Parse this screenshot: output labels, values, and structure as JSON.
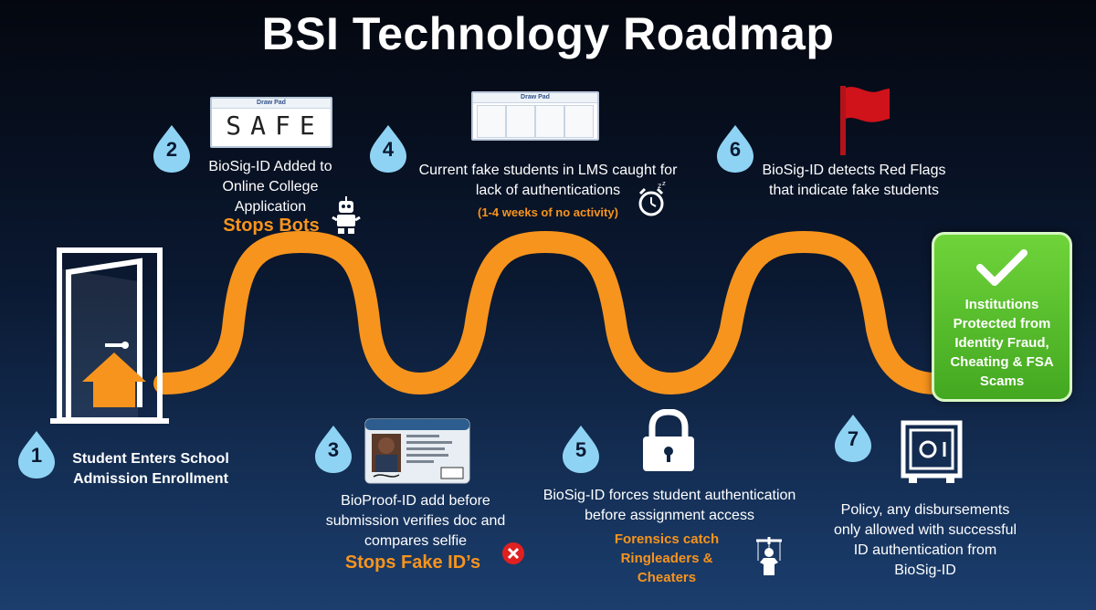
{
  "title": "BSI Technology Roadmap",
  "colors": {
    "path": "#f7941d",
    "accent": "#f7941d",
    "marker": "#8fd3f4",
    "check_box": "#4caf25",
    "flag": "#d0121b",
    "reject": "#e02020"
  },
  "steps": [
    {
      "number": "1",
      "icon": "door-icon",
      "lines": [
        "Student Enters School",
        "Admission Enrollment"
      ]
    },
    {
      "number": "2",
      "icon": "draw-pad-icon",
      "pad_header": "Draw Pad",
      "pad_word": "SAFE",
      "lines": [
        "BioSig-ID Added to",
        "Online College",
        "Application"
      ],
      "highlight": "Stops Bots"
    },
    {
      "number": "3",
      "icon": "id-card-icon",
      "lines": [
        "BioProof-ID add before",
        "submission verifies doc and",
        "compares selfie"
      ],
      "highlight": "Stops Fake ID’s"
    },
    {
      "number": "4",
      "icon": "draw-pad-icon",
      "pad_header": "Draw Pad",
      "lines": [
        "Current fake students in LMS caught for",
        "lack of authentications"
      ],
      "note": "(1-4 weeks of no activity)"
    },
    {
      "number": "5",
      "icon": "padlock-icon",
      "lines": [
        "BioSig-ID forces student authentication",
        "before assignment access"
      ],
      "highlight_lines": [
        "Forensics catch",
        "Ringleaders &",
        "Cheaters"
      ]
    },
    {
      "number": "6",
      "icon": "red-flag-icon",
      "lines": [
        "BioSig-ID detects Red Flags",
        "that indicate fake students"
      ]
    },
    {
      "number": "7",
      "icon": "safe-icon",
      "lines": [
        "Policy, any disbursements",
        "only allowed with successful",
        "ID authentication from",
        "BioSig-ID"
      ]
    }
  ],
  "outcome": {
    "icon": "checkmark-icon",
    "lines": [
      "Institutions",
      "Protected from",
      "Identity Fraud,",
      "Cheating & FSA",
      "Scams"
    ]
  }
}
